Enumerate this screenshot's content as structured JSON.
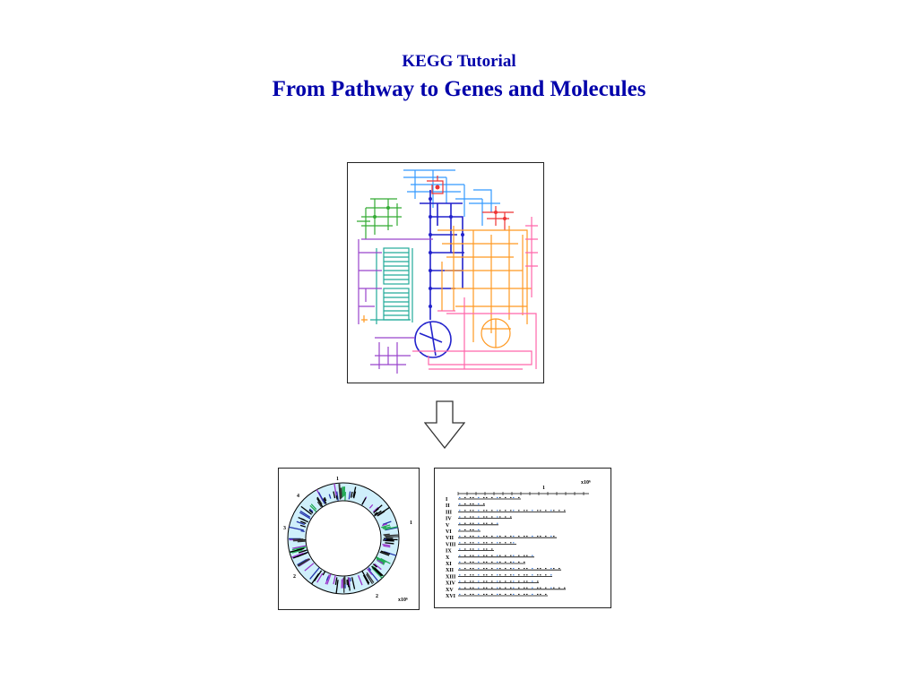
{
  "slide": {
    "subtitle": "KEGG Tutorial",
    "title": "From Pathway to Genes and Molecules"
  },
  "colors": {
    "title": "#0000aa",
    "carbohydrate": "#2222cc",
    "lipid": "#22aa99",
    "amino_acid": "#ff9922",
    "nucleotide": "#ee3333",
    "cofactor": "#ff66aa",
    "energy": "#9944cc",
    "other": "#33aa33",
    "glycan": "#3399ff"
  },
  "genome_map": {
    "tick_labels": [
      "1",
      "1",
      "2",
      "2",
      "3",
      "4"
    ],
    "unit": "x10⁶"
  },
  "chromosome_map": {
    "unit": "x10⁶",
    "scale_label": "1",
    "rows": [
      "I",
      "II",
      "III",
      "IV",
      "V",
      "VI",
      "VII",
      "VIII",
      "IX",
      "X",
      "XI",
      "XII",
      "XIII",
      "XIV",
      "XV",
      "XVI"
    ]
  }
}
